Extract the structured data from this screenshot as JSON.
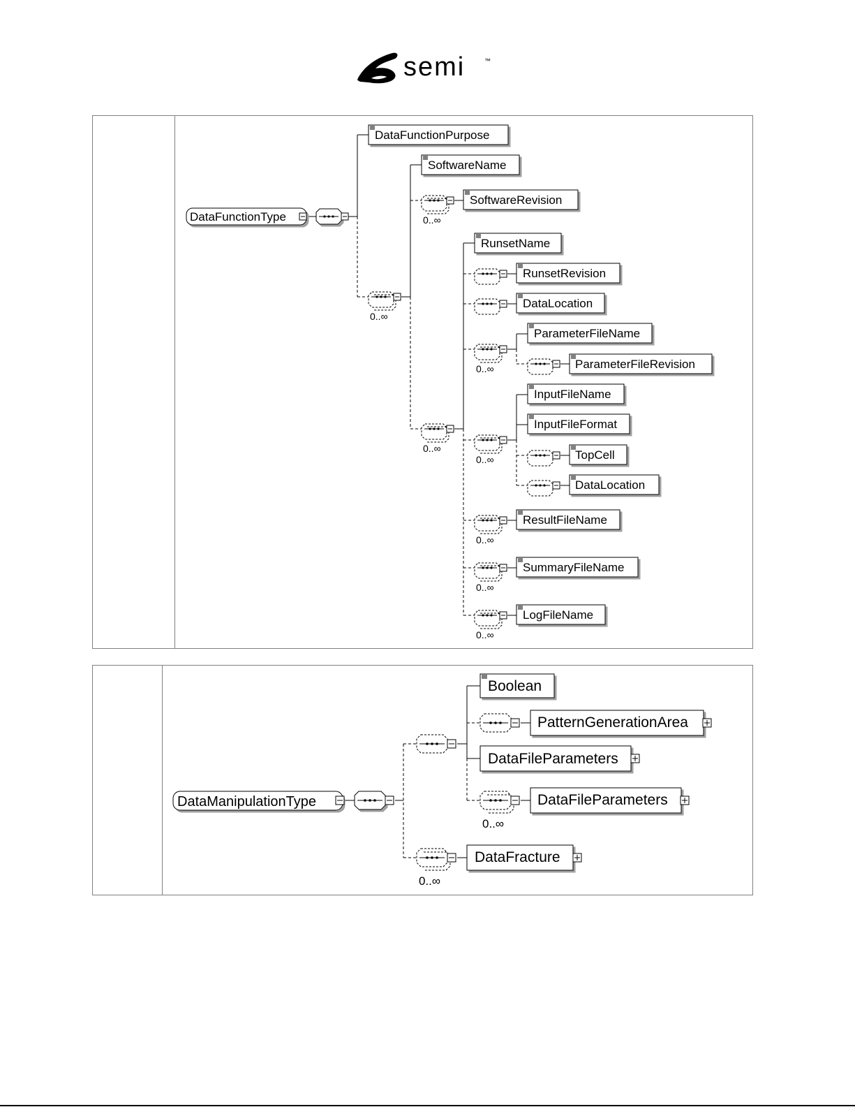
{
  "logo": {
    "text": "semi",
    "trademark": "™"
  },
  "diagram1": {
    "root": "DataFunctionType",
    "elements": {
      "dataFunctionPurpose": "DataFunctionPurpose",
      "softwareName": "SoftwareName",
      "softwareRevision": "SoftwareRevision",
      "runsetName": "RunsetName",
      "runsetRevision": "RunsetRevision",
      "dataLocation": "DataLocation",
      "parameterFileName": "ParameterFileName",
      "parameterFileRevision": "ParameterFileRevision",
      "inputFileName": "InputFileName",
      "inputFileFormat": "InputFileFormat",
      "topCell": "TopCell",
      "dataLocation2": "DataLocation",
      "resultFileName": "ResultFileName",
      "summaryFileName": "SummaryFileName",
      "logFileName": "LogFileName"
    },
    "cardinality": "0..∞"
  },
  "diagram2": {
    "root": "DataManipulationType",
    "elements": {
      "boolean": "Boolean",
      "patternGenerationArea": "PatternGenerationArea",
      "dataFileParameters": "DataFileParameters",
      "dataFileParameters2": "DataFileParameters",
      "dataFracture": "DataFracture"
    },
    "cardinality": "0..∞"
  }
}
